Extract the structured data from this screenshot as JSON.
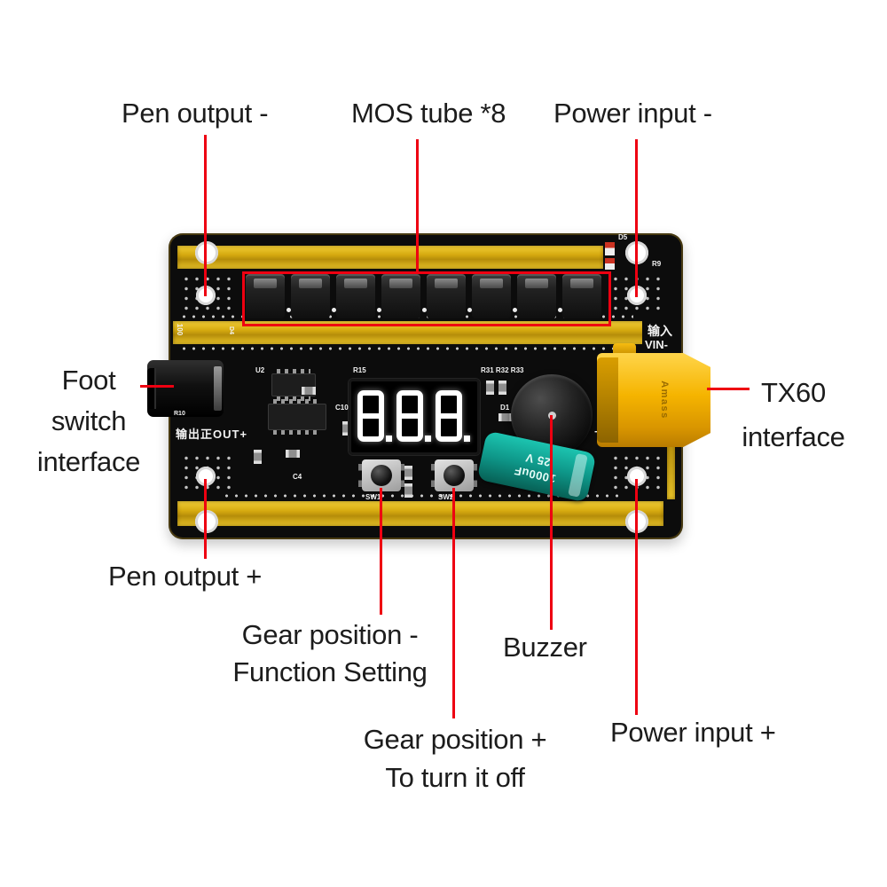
{
  "colors": {
    "annotation_line": "#ee0011",
    "annotation_text": "#1c1c1c",
    "pcb_black": "#0c0c0c",
    "gold_trace": "#d5a90f",
    "connector_yellow": "#f5b400",
    "capacitor_teal": "#0e9688",
    "mos_outline_red": "#ee0011",
    "display_digit_white": "#ffffff",
    "background": "#ffffff"
  },
  "annotations": {
    "pen_output_minus": "Pen output -",
    "mos_tube": "MOS tube *8",
    "power_input_minus": "Power input -",
    "foot_switch": {
      "line1": "Foot",
      "line2": "switch",
      "line3": "interface"
    },
    "tx60": {
      "line1": "TX60",
      "line2": "interface"
    },
    "pen_output_plus": "Pen output +",
    "gear_minus": {
      "line1": "Gear position -",
      "line2": "Function Setting"
    },
    "buzzer": "Buzzer",
    "gear_plus": {
      "line1": "Gear position +",
      "line2": "To turn it off"
    },
    "power_input_plus": "Power input +"
  },
  "board": {
    "display": {
      "value": "888"
    },
    "capacitor": {
      "line1": "1000uF",
      "line2": "25 V"
    },
    "connector_brand": "Amass",
    "silkscreen": {
      "d5": "D5",
      "r9": "R9",
      "input_cn": "输入",
      "vin": "VIN-",
      "output_cn": "输出正OUT+",
      "u2": "U2",
      "r15": "R15",
      "c10": "C10",
      "r31_r32_r33": "R31 R32 R33",
      "d1": "D1",
      "sw1": "SW1",
      "sw2": "SW2",
      "c4": "C4",
      "r10": "R10",
      "plus": "+",
      "v100": "100",
      "d4": "D4"
    }
  }
}
